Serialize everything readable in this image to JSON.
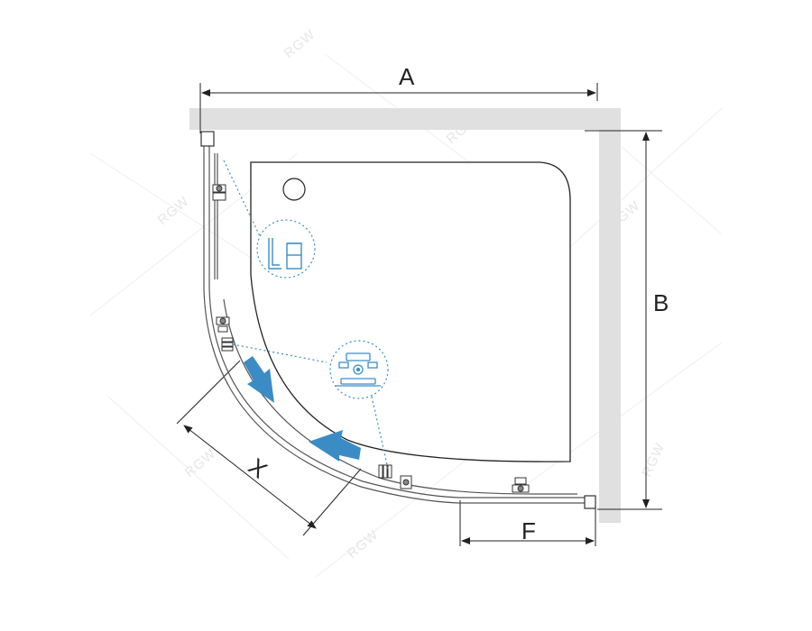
{
  "dimensions": {
    "width_label": "A",
    "depth_label": "B",
    "door_label": "X",
    "fixed_panel_label": "F"
  },
  "watermark": {
    "text": "RGW"
  },
  "colors": {
    "wall": "#e0e0e0",
    "line": "#222222",
    "glass": "#555555",
    "detail_circle": "#3a8fc9",
    "arrow": "#3b8cc4"
  },
  "icons": {
    "profile_detail": "wall-profile-icon",
    "roller_detail": "roller-carriage-icon",
    "open_arrow_1": "arrow-down-right-icon",
    "open_arrow_2": "arrow-left-icon"
  }
}
